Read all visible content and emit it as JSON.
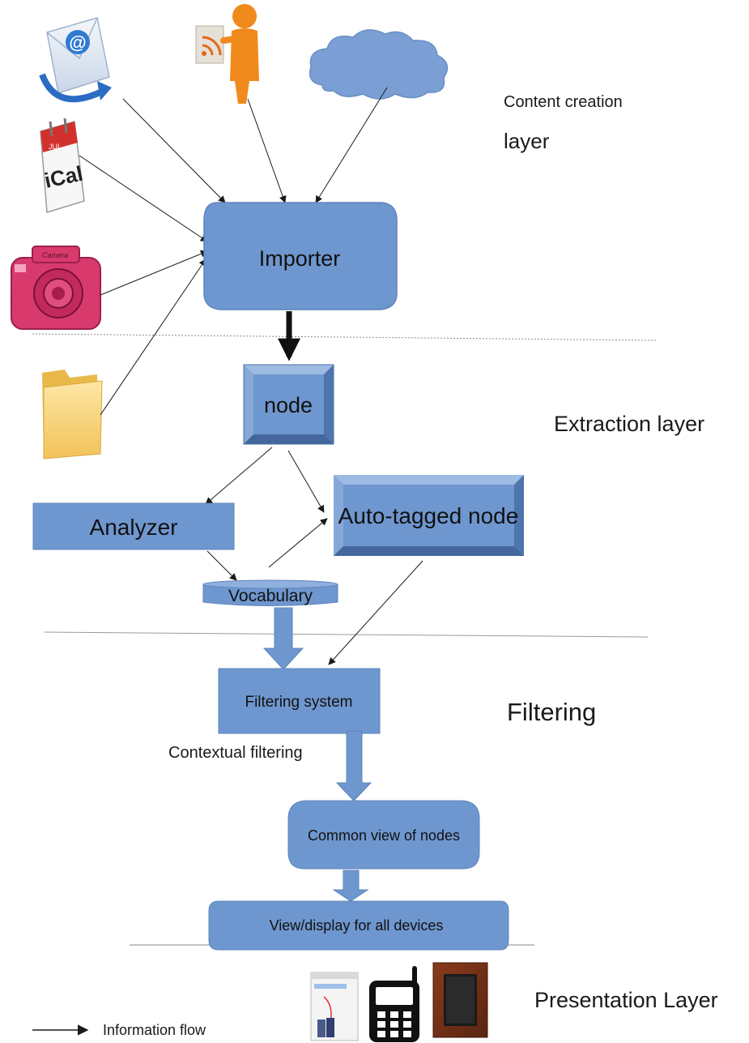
{
  "layers": {
    "content_creation_line1": "Content creation",
    "content_creation_line2": "layer",
    "extraction": "Extraction layer",
    "filtering": "Filtering",
    "presentation": "Presentation Layer"
  },
  "boxes": {
    "importer": "Importer",
    "node": "node",
    "analyzer": "Analyzer",
    "auto_tagged_node": "Auto-tagged node",
    "vocabulary": "Vocabulary",
    "filtering_system": "Filtering system",
    "common_view": "Common view of nodes",
    "view_display": "View/display  for all devices"
  },
  "annotations": {
    "contextual_filtering": "Contextual filtering"
  },
  "legend": {
    "information_flow": "Information flow"
  },
  "icons": {
    "camera_text": "Camera",
    "ical_text": "iCal",
    "ical_month": "JUL"
  },
  "colors": {
    "box_fill": "#6f97cf",
    "box_stroke": "#5d84bb",
    "cloud_fill": "#7b9fd4",
    "arrow": "#1a1a1a"
  }
}
